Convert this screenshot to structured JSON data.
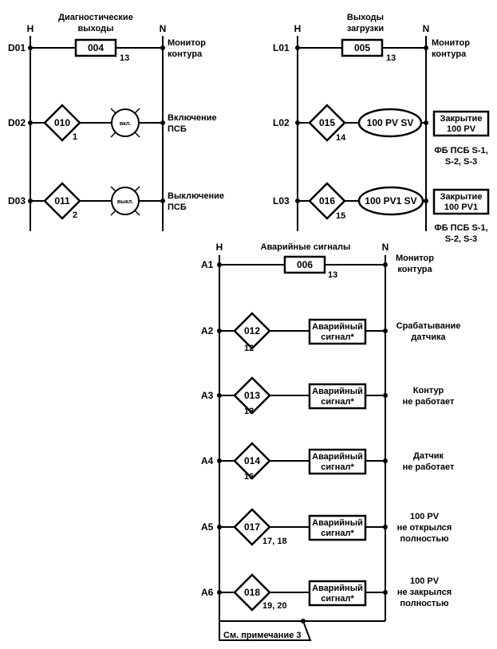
{
  "diagnostic_block": {
    "title_line1": "Диагностические",
    "title_line2": "выходы",
    "h_label": "H",
    "n_label": "N",
    "rungs": [
      {
        "label": "D01",
        "code": "004",
        "note": "13",
        "desc1": "Монитор",
        "desc2": "контура"
      },
      {
        "label": "D02",
        "code": "010",
        "note": "1",
        "lamp": "вкл.",
        "desc1": "Включение",
        "desc2": "ПСБ"
      },
      {
        "label": "D03",
        "code": "011",
        "note": "2",
        "lamp": "выкл.",
        "desc1": "Выключение",
        "desc2": "ПСБ"
      }
    ]
  },
  "load_block": {
    "title_line1": "Выходы",
    "title_line2": "загрузки",
    "h_label": "H",
    "n_label": "N",
    "rungs": [
      {
        "label": "L01",
        "code": "005",
        "note": "13",
        "desc1": "Монитор",
        "desc2": "контура"
      },
      {
        "label": "L02",
        "code": "015",
        "note": "14",
        "coil": "100 PV SV",
        "box1": "Закрытие",
        "box2": "100 PV",
        "desc1": "ФБ ПСБ S-1,",
        "desc2": "S-2, S-3"
      },
      {
        "label": "L03",
        "code": "016",
        "note": "15",
        "coil": "100 PV1 SV",
        "box1": "Закрытие",
        "box2": "100 PV1",
        "desc1": "ФБ ПСБ S-1,",
        "desc2": "S-2, S-3"
      }
    ]
  },
  "alarm_block": {
    "title": "Аварийные сигналы",
    "h_label": "H",
    "n_label": "N",
    "footnote": "См. примечание 3",
    "rungs": [
      {
        "label": "A1",
        "code": "006",
        "note": "13",
        "desc": [
          "Монитор",
          "контура"
        ]
      },
      {
        "label": "A2",
        "code": "012",
        "note": "12",
        "box1": "Аварийный",
        "box2": "сигнал*",
        "desc": [
          "Срабатывание",
          "датчика"
        ]
      },
      {
        "label": "A3",
        "code": "013",
        "note": "13",
        "box1": "Аварийный",
        "box2": "сигнал*",
        "desc": [
          "Контур",
          "не работает"
        ]
      },
      {
        "label": "A4",
        "code": "014",
        "note": "16",
        "box1": "Аварийный",
        "box2": "сигнал*",
        "desc": [
          "Датчик",
          "не работает"
        ]
      },
      {
        "label": "A5",
        "code": "017",
        "note": "17, 18",
        "box1": "Аварийный",
        "box2": "сигнал*",
        "desc": [
          "100 PV",
          "не открылся",
          "полностью"
        ]
      },
      {
        "label": "A6",
        "code": "018",
        "note": "19, 20",
        "box1": "Аварийный",
        "box2": "сигнал*",
        "desc": [
          "100 PV",
          "не закрылся",
          "полностью"
        ]
      }
    ]
  }
}
